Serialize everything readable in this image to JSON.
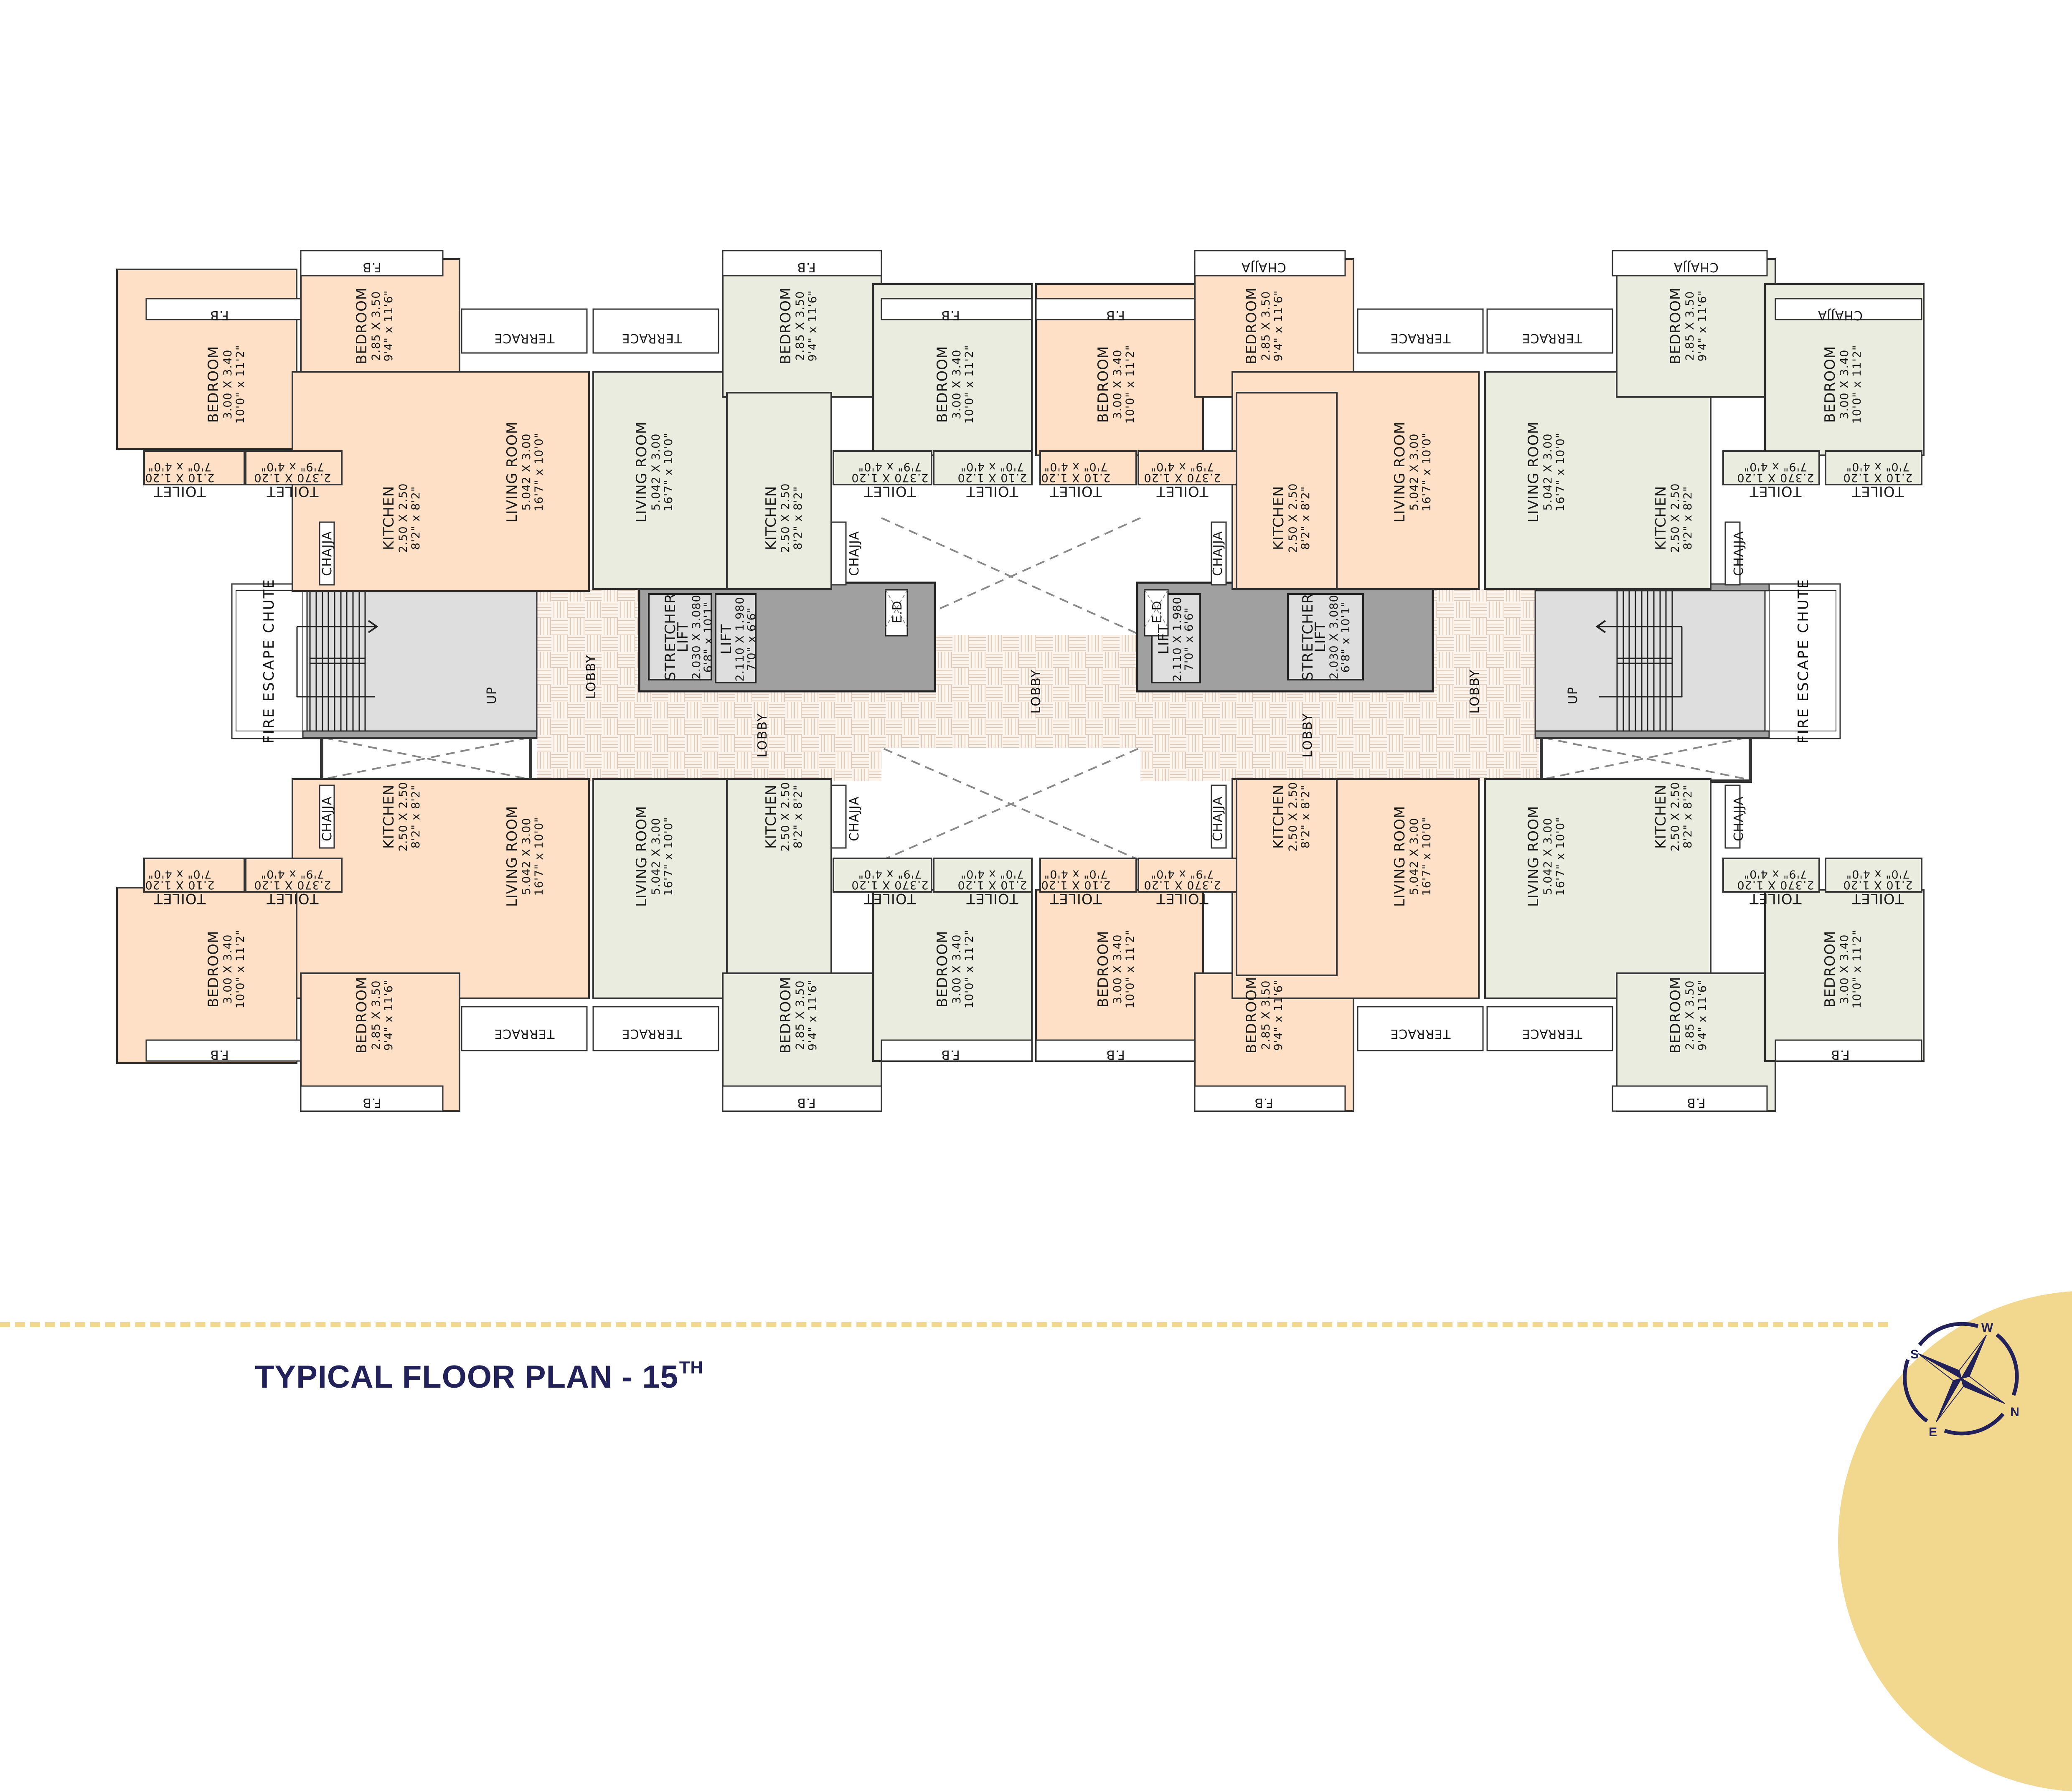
{
  "title": {
    "main": "TYPICAL FLOOR PLAN - 15",
    "suffix": "TH"
  },
  "colors": {
    "peach": "#FDE0C5",
    "green": "#E9ECDE",
    "wall": "#A0A0A0",
    "stair": "#DEDEDE",
    "navy": "#22215A",
    "gold": "#F2D88F"
  },
  "rooms": {
    "bedroom_large": {
      "name": "BEDROOM",
      "metric": "3.00 X 3.40",
      "imperial": "10'0\" x 11'2\""
    },
    "bedroom_small": {
      "name": "BEDROOM",
      "metric": "2.85 X 3.50",
      "imperial": "9'4\" x 11'6\""
    },
    "living": {
      "name": "LIVING ROOM",
      "metric": "5.042 X 3.00",
      "imperial": "16'7\" x 10'0\""
    },
    "kitchen": {
      "name": "KITCHEN",
      "metric": "2.50 X 2.50",
      "imperial": "8'2\" x 8'2\""
    },
    "toilet_a": {
      "name": "TOILET",
      "metric": "2.10 X 1.20",
      "imperial": "7'0\" x 4'0\""
    },
    "toilet_b": {
      "name": "TOILET",
      "metric": "2.370 X 1.20",
      "imperial": "7'9\" x 4'0\""
    }
  },
  "external": {
    "fb": "F.B",
    "terrace": "TERRACE",
    "chajja": "CHAJJA"
  },
  "core": {
    "lobby": "LOBBY",
    "fire_escape": "FIRE ESCAPE CHUTE",
    "up": "UP",
    "ed": "E.D",
    "stretcher_lift": {
      "name1": "STRETCHER",
      "name2": "LIFT",
      "metric": "2.030 X 3.080",
      "imperial": "6'8\" x 10'1\""
    },
    "lift": {
      "name": "LIFT",
      "metric": "2.110 X 1.980",
      "imperial": "7'0\" x 6'6\""
    }
  },
  "compass": {
    "n": "N",
    "s": "S",
    "e": "E",
    "w": "W"
  }
}
